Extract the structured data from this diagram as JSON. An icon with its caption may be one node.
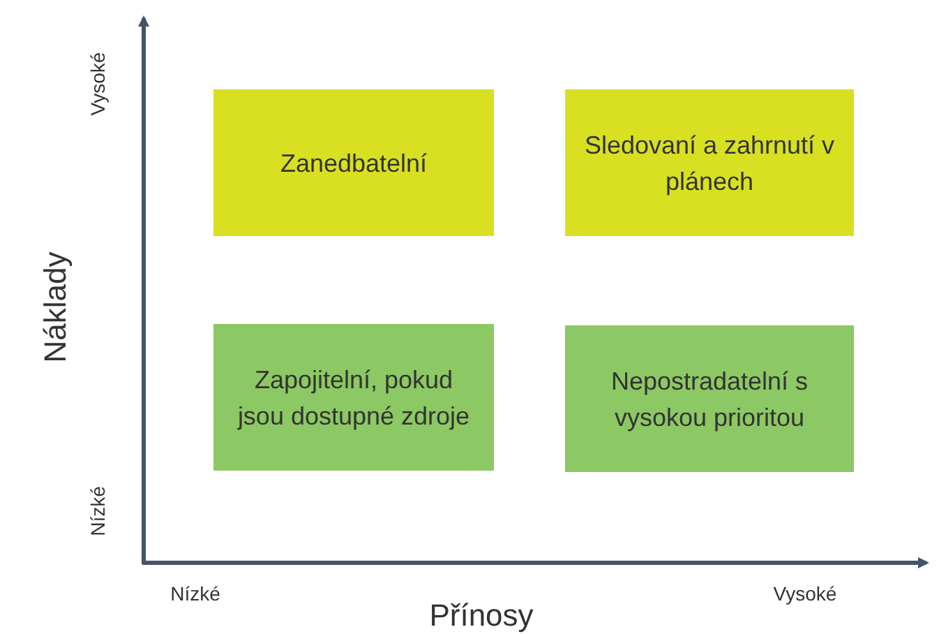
{
  "diagram": {
    "nodes": [
      {
        "text": [
          "Zanedbatelní"
        ]
      },
      {
        "text": [
          "Sledovaní a zahrnutí v plánech"
        ]
      },
      {
        "text": [
          "Zapojitelní, pokud jsou dostupné zdroje"
        ]
      },
      {
        "text": [
          "Nepostradatelní s vysokou prioritou"
        ]
      }
    ],
    "edges": [],
    "labels": [
      "Vysoké",
      "Náklady",
      "Nízké",
      "Nízké",
      "Přínosy",
      "Vysoké"
    ]
  }
}
